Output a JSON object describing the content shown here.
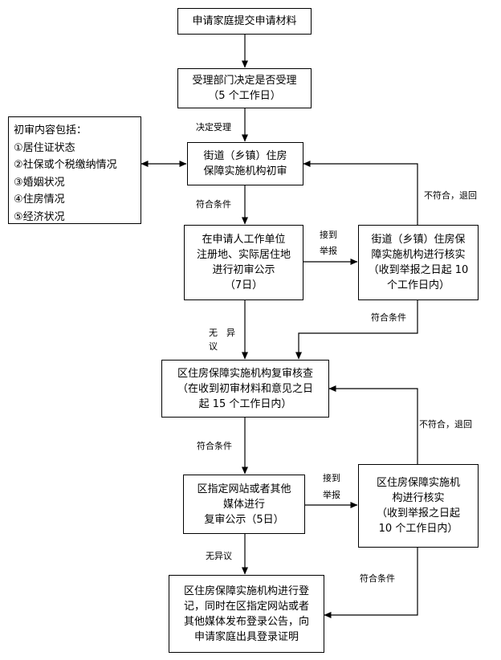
{
  "boxes": {
    "submit": [
      "申请家庭提交申请材料"
    ],
    "accept": [
      "受理部门决定是否受理",
      "（5 个工作日）"
    ],
    "criteria": [
      "初审内容包括：",
      "①居住证状态",
      "②社保或个税缴纳情况",
      "③婚姻状况",
      "④住房情况",
      "⑤经济状况"
    ],
    "street_review": [
      "街道（乡镇）住房",
      "保障实施机构初审"
    ],
    "first_notice": [
      "在申请人工作单位",
      "注册地、实际居住地",
      "进行初审公示",
      "（7日）"
    ],
    "street_verify": [
      "街道（乡镇）住房保",
      "障实施机构进行核实",
      "（收到举报之日起 10",
      "个工作日内）"
    ],
    "district_review": [
      "区住房保障实施机构复审核查",
      "（在收到初审材料和意见之日",
      "起 15 个工作日内）"
    ],
    "second_notice": [
      "区指定网站或者其他",
      "媒体进行",
      "复审公示（5日）"
    ],
    "district_verify": [
      "区住房保障实施机",
      "构进行核实",
      "（收到举报之日起",
      "10 个工作日内）"
    ],
    "register": [
      "区住房保障实施机构进行登",
      "记，同时在区指定网站或者",
      "其他媒体发布登录公告，向",
      "申请家庭出具登录证明"
    ]
  },
  "labels": {
    "accepted": "决定受理",
    "qualified_1": "符合条件",
    "report_1a": "接到",
    "report_1b": "举报",
    "not_qualified_1": "不符合，退回",
    "qualified_2": "符合条件",
    "no_objection_1a": "无　异",
    "no_objection_1b": "议",
    "qualified_3": "符合条件",
    "report_2a": "接到",
    "report_2b": "举报",
    "not_qualified_2": "不符合，退回",
    "no_objection_2": "无异议",
    "qualified_4": "符合条件"
  }
}
